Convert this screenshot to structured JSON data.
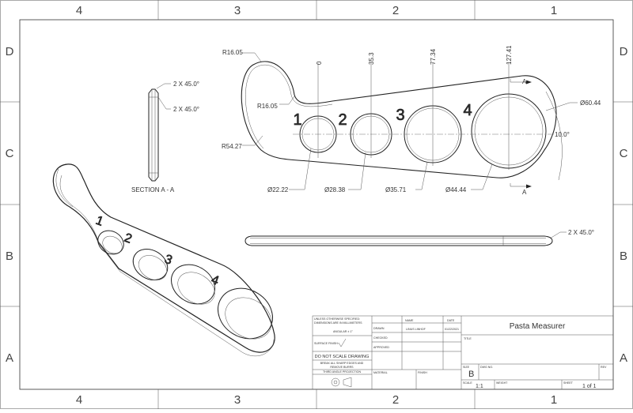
{
  "zones": {
    "columns": [
      "4",
      "3",
      "2",
      "1"
    ],
    "rows": [
      "D",
      "C",
      "B",
      "A"
    ]
  },
  "dimensions": {
    "r_top": "R16.05",
    "r_inner": "R16.05",
    "r_outer": "R54.27",
    "ord_0": "0",
    "ord_1": "35.3",
    "ord_2": "77.34",
    "ord_3": "127.41",
    "d1": "Ø22.22",
    "d2": "Ø28.38",
    "d3": "Ø35.71",
    "d4": "Ø44.44",
    "d_outer": "Ø60.44",
    "angle": "10.0°",
    "section_mark": "A",
    "chamfer": "2 X 45.0°"
  },
  "hole_numbers": [
    "1",
    "2",
    "3",
    "4"
  ],
  "section_label": "SECTION A - A",
  "title_block": {
    "notes_line1": "UNLESS OTHERWISE SPECIFIED:",
    "notes_line2": "DIMENSIONS ARE IN MILLIMETERS",
    "angular": "ANGULAR ± 1°",
    "surface_finish": "SURFACE FINISH:",
    "do_not_scale": "DO NOT SCALE DRAWING",
    "break_edges_1": "BREAK ALL SHARP EDGES AND",
    "break_edges_2": "REMOVE BURRS",
    "projection": "THIRD ANGLE PROJECTION",
    "col_name": "NAME",
    "col_date": "DATE",
    "row_drawn": "DRAWN",
    "row_checked": "CHECKED",
    "row_approved": "APPROVED",
    "drawn_name": "LINUS LINHOF",
    "drawn_date": "01/22/2021",
    "material": "MATERIAL",
    "finish": "FINISH",
    "title": "Pasta Measurer",
    "title_label": "TITLE",
    "size_label": "SIZE",
    "size": "B",
    "dwg_no_label": "DWG NO.",
    "rev_label": "REV",
    "scale_label": "SCALE",
    "scale": "1:1",
    "weight_label": "WEIGHT",
    "sheet_label": "SHEET",
    "sheet": "1 of 1"
  }
}
